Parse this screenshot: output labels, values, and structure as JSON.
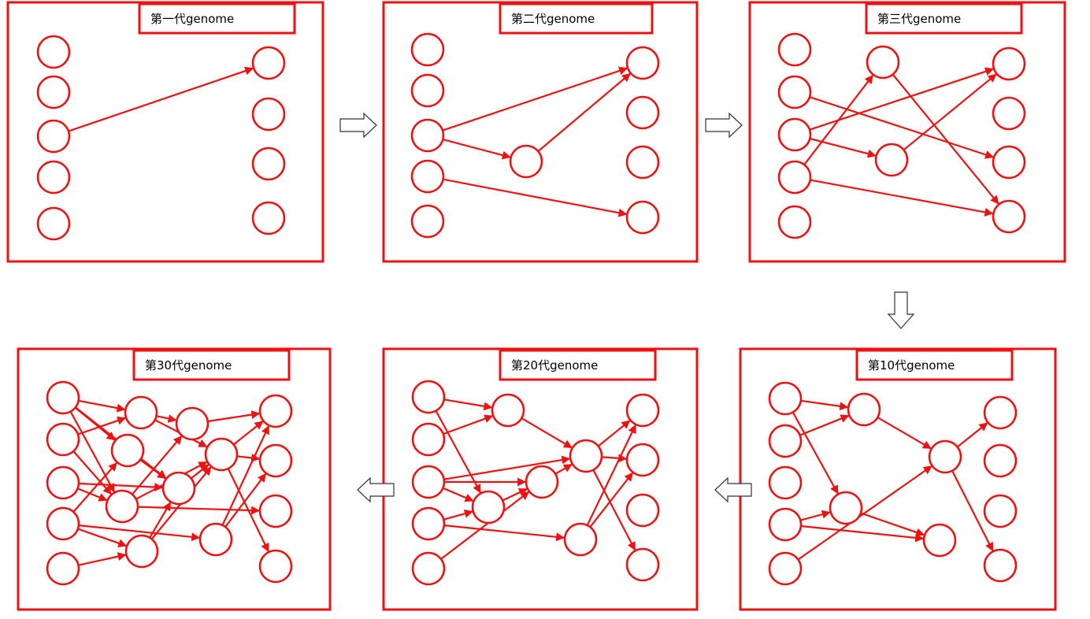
{
  "colors": {
    "accent": "#f01010",
    "arrow_outline": "#333333",
    "background": "#ffffff",
    "title_text": "#000000"
  },
  "panels": [
    {
      "id": "gen1",
      "title": "第一代genome"
    },
    {
      "id": "gen2",
      "title": "第二代genome"
    },
    {
      "id": "gen3",
      "title": "第三代genome"
    },
    {
      "id": "gen10",
      "title": "第10代genome"
    },
    {
      "id": "gen20",
      "title": "第20代genome"
    },
    {
      "id": "gen30",
      "title": "第30代genome"
    }
  ],
  "flow_arrows": [
    {
      "from": "gen1",
      "to": "gen2",
      "direction": "right"
    },
    {
      "from": "gen2",
      "to": "gen3",
      "direction": "right"
    },
    {
      "from": "gen3",
      "to": "gen10",
      "direction": "down"
    },
    {
      "from": "gen10",
      "to": "gen20",
      "direction": "left"
    },
    {
      "from": "gen20",
      "to": "gen30",
      "direction": "left"
    }
  ]
}
